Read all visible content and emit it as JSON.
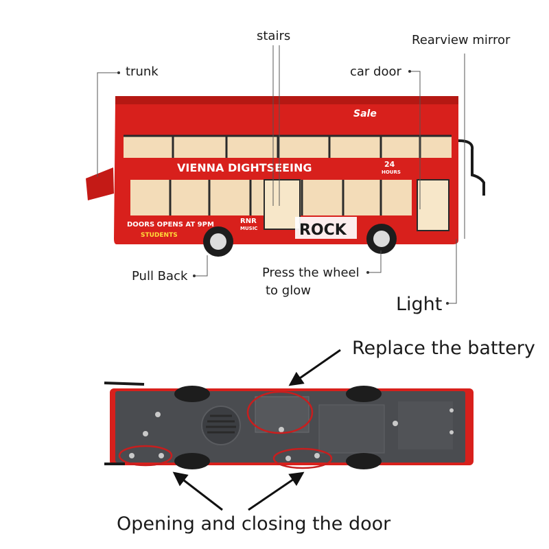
{
  "callouts": {
    "stairs": "stairs",
    "rearview_mirror": "Rearview mirror",
    "trunk": "trunk",
    "car_door": "car door",
    "pull_back": "Pull Back",
    "press_wheel_line1": "Press the wheel",
    "press_wheel_line2": "to glow",
    "light": "Light",
    "replace_battery": "Replace the battery",
    "door_mechanism": "Opening and closing the door"
  },
  "bus_print": {
    "banner": "VIENNA DIGHTSEEING",
    "hours_number": "24",
    "hours_label": "HOURS",
    "doors_sign": "DOORS OPENS AT 9PM",
    "rock": "ROCK",
    "rnr": "RNR",
    "music": "MUSIC",
    "students": "STUDENTS",
    "sale": "Sale"
  },
  "colors": {
    "bus_red": "#d8201c",
    "bus_dark_red": "#a3140f",
    "window_tan": "#f3dcb8",
    "underside_gray": "#4a4c50",
    "highlight_circle": "#c81e1e"
  }
}
